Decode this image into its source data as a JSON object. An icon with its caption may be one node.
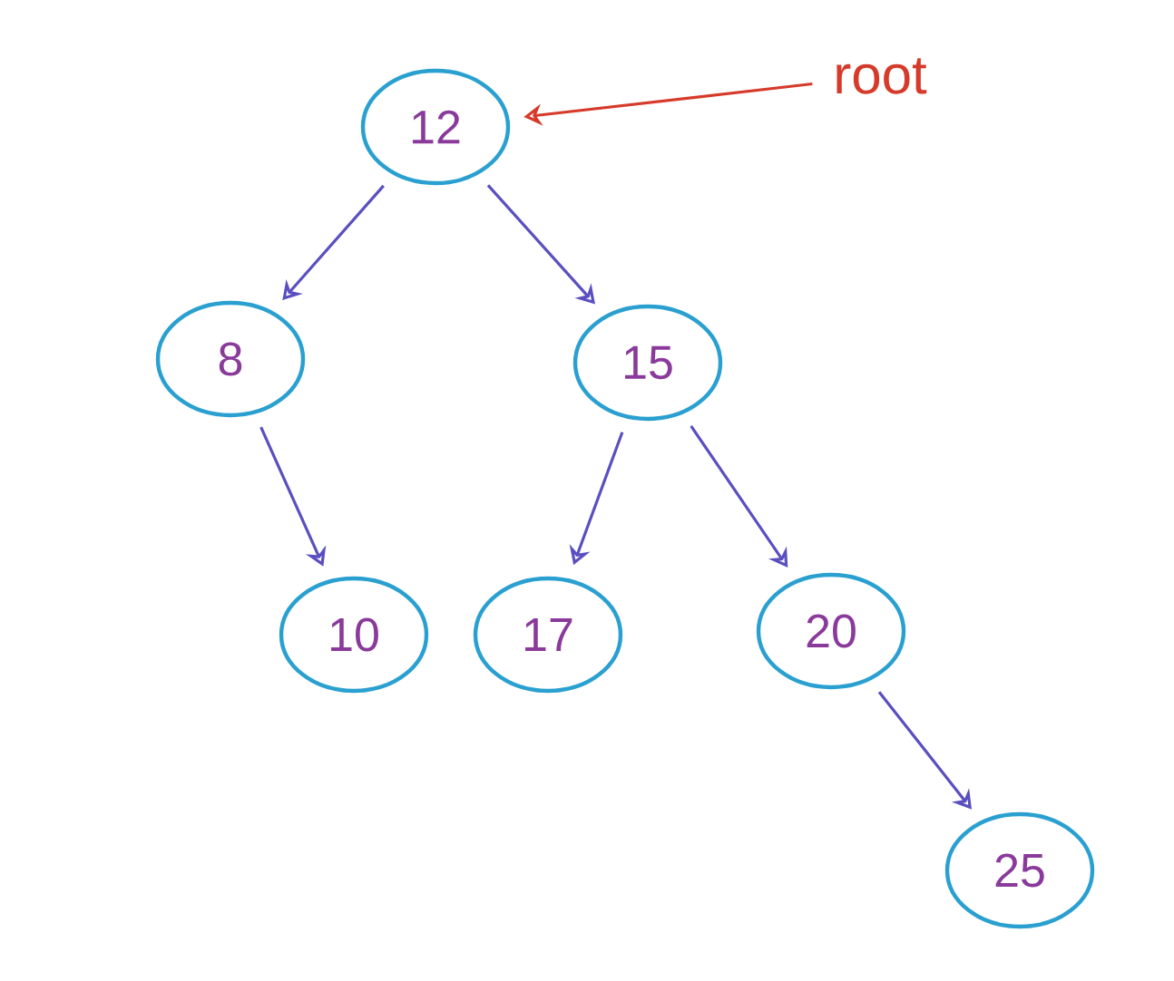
{
  "diagram": {
    "nodes": [
      {
        "text": [
          "12"
        ]
      },
      {
        "text": [
          "8"
        ]
      },
      {
        "text": [
          "15"
        ]
      },
      {
        "text": [
          "10"
        ]
      },
      {
        "text": [
          "17"
        ]
      },
      {
        "text": [
          "20"
        ]
      },
      {
        "text": [
          "25"
        ]
      },
      {
        "text": [
          "root"
        ]
      }
    ],
    "edges": [
      {
        "from": 0,
        "to": 1,
        "arrow": "to"
      },
      {
        "from": 0,
        "to": 2,
        "arrow": "to"
      },
      {
        "from": 1,
        "to": 3,
        "arrow": "to"
      },
      {
        "from": 2,
        "to": 4,
        "arrow": "to"
      },
      {
        "from": 2,
        "to": 5,
        "arrow": "to"
      },
      {
        "from": 5,
        "to": 6,
        "arrow": "to"
      },
      {
        "from": 7,
        "to": 0,
        "arrow": "to",
        "color": "#d63a2a"
      }
    ]
  }
}
